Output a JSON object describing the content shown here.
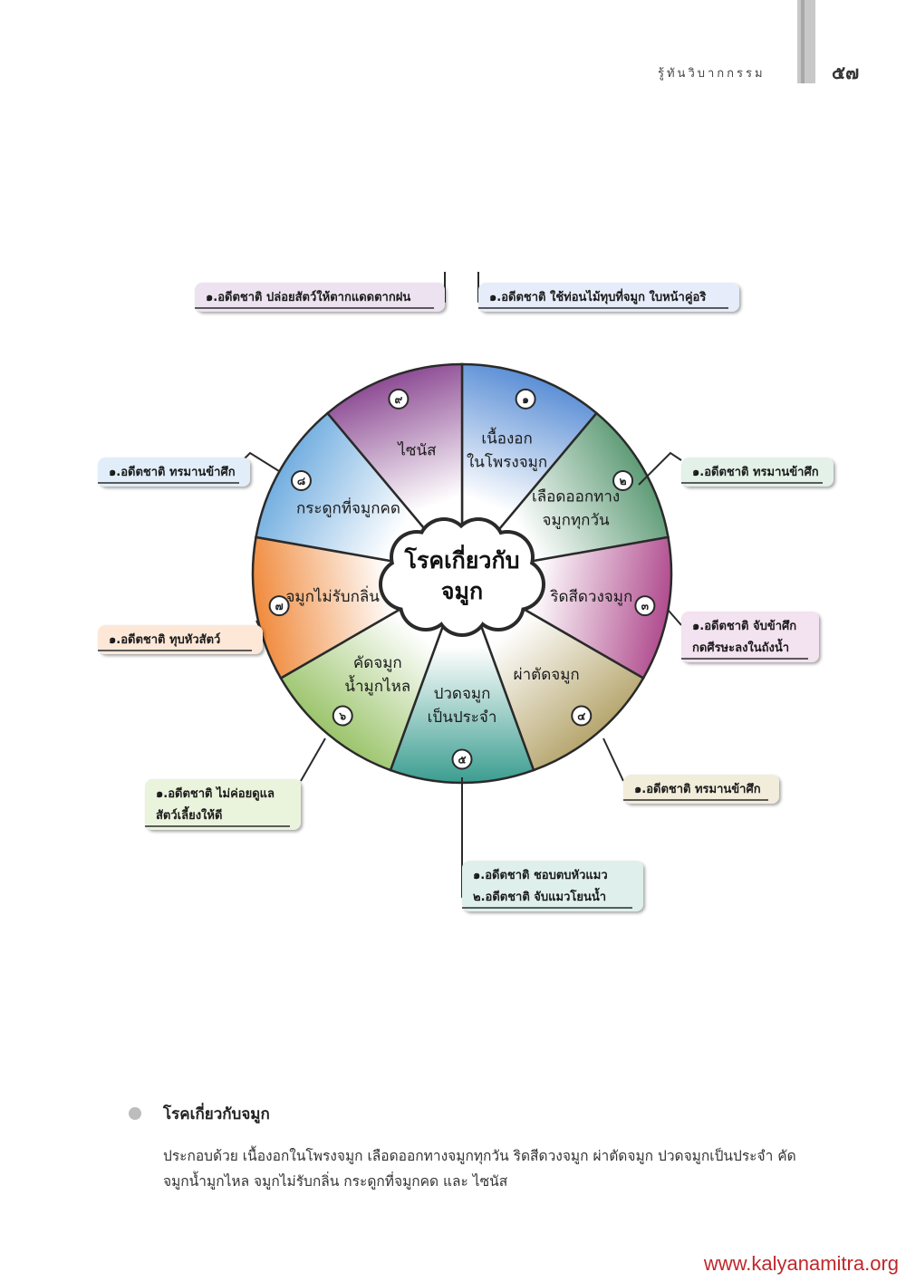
{
  "header": {
    "running_title": "รู้ทันวิบากกรรม",
    "page_number": "๕๗"
  },
  "diagram": {
    "center": [
      "โรคเกี่ยวกับ",
      "จมูก"
    ],
    "segments": [
      {
        "num": "๑",
        "lines": [
          "เนื้องอก",
          "ในโพรงจมูก"
        ],
        "color": "#5b8fd6"
      },
      {
        "num": "๒",
        "lines": [
          "เลือดออกทาง",
          "จมูกทุกวัน"
        ],
        "color": "#5e9b76"
      },
      {
        "num": "๓",
        "lines": [
          "ริดสีดวงจมูก"
        ],
        "color": "#b04c8e"
      },
      {
        "num": "๔",
        "lines": [
          "ผ่าตัดจมูก"
        ],
        "color": "#b6a66e"
      },
      {
        "num": "๕",
        "lines": [
          "ปวดจมูก",
          "เป็นประจำ"
        ],
        "color": "#3b9d90"
      },
      {
        "num": "๖",
        "lines": [
          "คัดจมูก",
          "น้ำมูกไหล"
        ],
        "color": "#9bc46b"
      },
      {
        "num": "๗",
        "lines": [
          "จมูกไม่รับกลิ่น"
        ],
        "color": "#f08a3c"
      },
      {
        "num": "๘",
        "lines": [
          "กระดูกที่จมูกคด"
        ],
        "color": "#72aee0"
      },
      {
        "num": "๙",
        "lines": [
          "ไซนัส"
        ],
        "color": "#8d4c94"
      }
    ],
    "karma_labels": [
      {
        "lines": [
          "๑.อดีตชาติ ใช้ท่อนไม้ทุบที่จมูก ใบหน้าคู่อริ"
        ],
        "tint": "#e6ecfa"
      },
      {
        "lines": [
          "๑.อดีตชาติ ทรมานข้าศึก"
        ],
        "tint": "#e3f1e8"
      },
      {
        "lines": [
          "๑.อดีตชาติ จับข้าศึก",
          "กดศีรษะลงในถังน้ำ"
        ],
        "tint": "#f3e2ef"
      },
      {
        "lines": [
          "๑.อดีตชาติ ทรมานข้าศึก"
        ],
        "tint": "#f2eddb"
      },
      {
        "lines": [
          "๑.อดีตชาติ ชอบตบหัวแมว",
          "๒.อดีตชาติ จับแมวโยนน้ำ"
        ],
        "tint": "#dff0ec"
      },
      {
        "lines": [
          "๑.อดีตชาติ ไม่ค่อยดูแล",
          "สัตว์เลี้ยงให้ดี"
        ],
        "tint": "#eaf3dc"
      },
      {
        "lines": [
          "๑.อดีตชาติ ทุบหัวสัตว์"
        ],
        "tint": "#fde8d8"
      },
      {
        "lines": [
          "๑.อดีตชาติ ทรมานข้าศึก"
        ],
        "tint": "#e1eef9"
      },
      {
        "lines": [
          "๑.อดีตชาติ ปล่อยสัตว์ให้ตากแดดตากฝน"
        ],
        "tint": "#ece2f0"
      }
    ]
  },
  "section": {
    "title": "โรคเกี่ยวกับจมูก",
    "body": "ประกอบด้วย เนื้องอกในโพรงจมูก เลือดออกทางจมูกทุกวัน ริดสีดวงจมูก ผ่าตัดจมูก ปวดจมูกเป็นประจำ คัดจมูกน้ำมูกไหล จมูกไม่รับกลิ่น กระดูกที่จมูกคด และ ไซนัส"
  },
  "footer": {
    "url": "www.kalyanamitra.org"
  }
}
